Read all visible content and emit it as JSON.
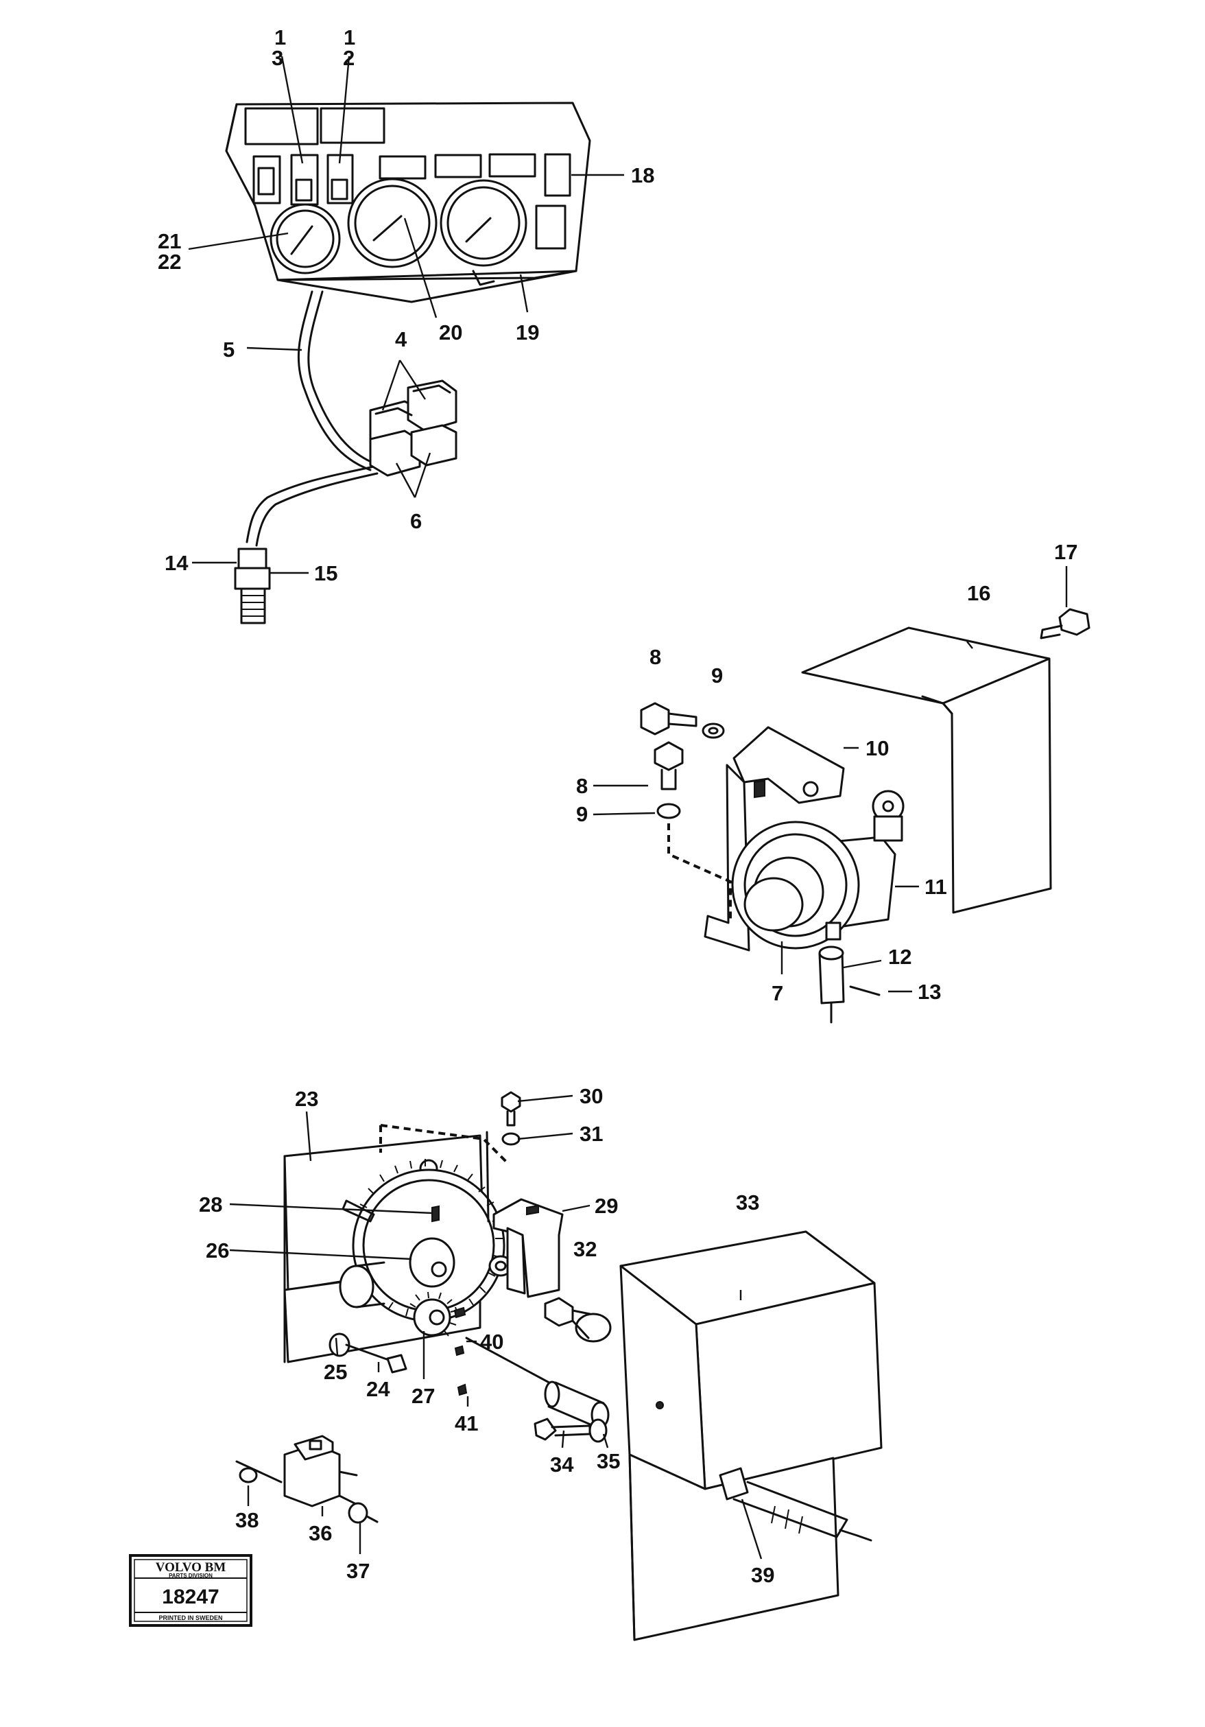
{
  "callouts": {
    "c1a": "1",
    "c3": "3",
    "c1b": "1",
    "c2": "2",
    "c18": "18",
    "c21": "21",
    "c22": "22",
    "c20": "20",
    "c19": "19",
    "c5": "5",
    "c4": "4",
    "c6": "6",
    "c14": "14",
    "c15": "15",
    "c17": "17",
    "c16": "16",
    "c8a": "8",
    "c9a": "9",
    "c10": "10",
    "c8b": "8",
    "c9b": "9",
    "c11": "11",
    "c12": "12",
    "c13": "13",
    "c7": "7",
    "c23": "23",
    "c30": "30",
    "c31": "31",
    "c28": "28",
    "c29": "29",
    "c33": "33",
    "c26": "26",
    "c32": "32",
    "c40": "40",
    "c25": "25",
    "c24": "24",
    "c27": "27",
    "c41": "41",
    "c34": "34",
    "c35": "35",
    "c38": "38",
    "c36": "36",
    "c37": "37",
    "c39": "39"
  },
  "stamp": {
    "brand": "VOLVO BM",
    "division": "PARTS DIVISION",
    "number": "18247",
    "footer": "PRINTED IN SWEDEN"
  }
}
